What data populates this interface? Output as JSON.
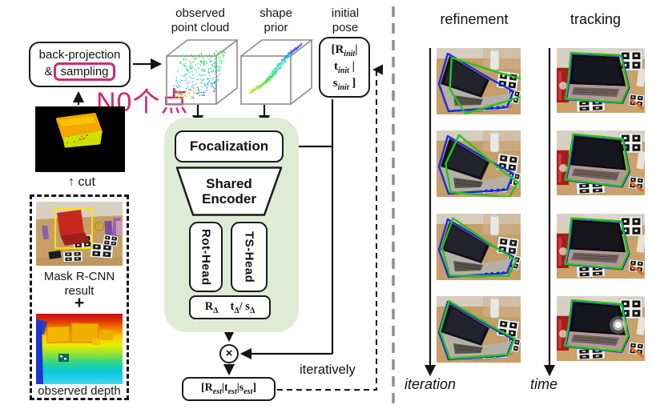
{
  "colors": {
    "accent_pink": "#d42a6c",
    "network_bg": "#e0ebd6",
    "overlay_green": "#26c31c",
    "overlay_blue": "#1a2ae6"
  },
  "left": {
    "backprojection": {
      "line1": "back-projection",
      "amp": "&",
      "highlighted": "sampling"
    },
    "n0_annotation": "N0个点",
    "cut": {
      "arrow": "↑",
      "label": "cut"
    },
    "mask_caption_1": "Mask R-CNN",
    "mask_caption_2": "result",
    "plus": "+",
    "depth_caption": "observed depth"
  },
  "center": {
    "observed_pc_label_1": "observed",
    "observed_pc_label_2": "point cloud",
    "shape_prior_label_1": "shape",
    "shape_prior_label_2": "prior",
    "initial_pose_label_1": "initial",
    "initial_pose_label_2": "pose",
    "init_pose_box": {
      "lines": [
        {
          "pre": "[R",
          "sub": "init",
          "post": "|"
        },
        {
          "pre": "t",
          "sub": "init",
          "post": " |"
        },
        {
          "pre": "s",
          "sub": "init",
          "post": " ]"
        }
      ]
    },
    "focalization": "Focalization",
    "shared_encoder_1": "Shared",
    "shared_encoder_2": "Encoder",
    "rot_head": "Rot-Head",
    "ts_head": "TS-Head",
    "delta_box": {
      "parts": [
        {
          "pre": "R",
          "sub": "Δ"
        },
        {
          "pre": "t",
          "sub": "Δ"
        },
        {
          "pre": "/ s",
          "sub": "Δ"
        }
      ]
    },
    "multiply_symbol": "×",
    "est_box": {
      "parts": [
        {
          "pre": "[R",
          "sub": "est"
        },
        {
          "pre": "|t",
          "sub": "est"
        },
        {
          "pre": "|s",
          "sub": "est"
        },
        {
          "pre": "]",
          "sub": ""
        }
      ]
    },
    "iteratively": "iteratively"
  },
  "right_panel": {
    "columns": [
      {
        "title": "refinement",
        "axis_label": "iteration",
        "type": "refinement",
        "rows": [
          {
            "green_dx": 12,
            "green_dy": -4,
            "green_rot": -13
          },
          {
            "green_dx": 8,
            "green_dy": 4,
            "green_rot": 9
          },
          {
            "green_dx": 4,
            "green_dy": 1,
            "green_rot": 4
          },
          {
            "green_dx": 1.5,
            "green_dy": -1,
            "green_rot": 0
          }
        ]
      },
      {
        "title": "tracking",
        "axis_label": "time",
        "type": "tracking",
        "rows": [
          {
            "dx": 0,
            "rot": -2,
            "glare": false
          },
          {
            "dx": 1,
            "rot": 1,
            "glare": false
          },
          {
            "dx": 0,
            "rot": -1,
            "glare": false
          },
          {
            "dx": 0,
            "rot": 0,
            "glare": true
          }
        ]
      }
    ]
  }
}
